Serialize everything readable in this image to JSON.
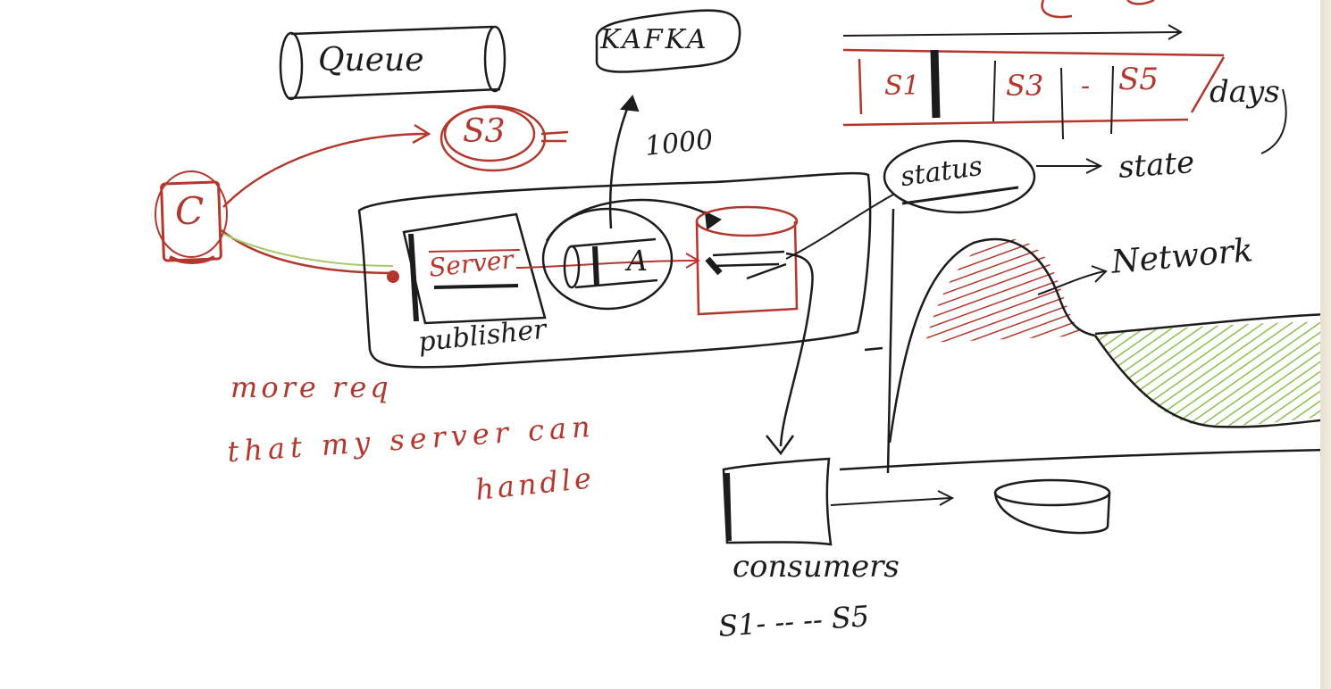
{
  "colors": {
    "ink": "#1c1c1c",
    "red": "#b3372c",
    "green": "#8cbf4e",
    "paper": "#ffffff"
  },
  "labels": {
    "queue": "Queue",
    "kafka": "KAFKA",
    "s3": "S3",
    "client": "C",
    "count": "1000",
    "server": "Server",
    "publisher": "publisher",
    "queue_inner": "A",
    "status": "status",
    "state": "state",
    "network": "Network",
    "consumers": "consumers",
    "consumer_range": "S1- -- -- S5",
    "days": "days",
    "note_line1": "more req",
    "note_line2": "that my server can",
    "note_line3": "handle"
  },
  "partitions": [
    "S1",
    "S3",
    "-",
    "S5"
  ]
}
